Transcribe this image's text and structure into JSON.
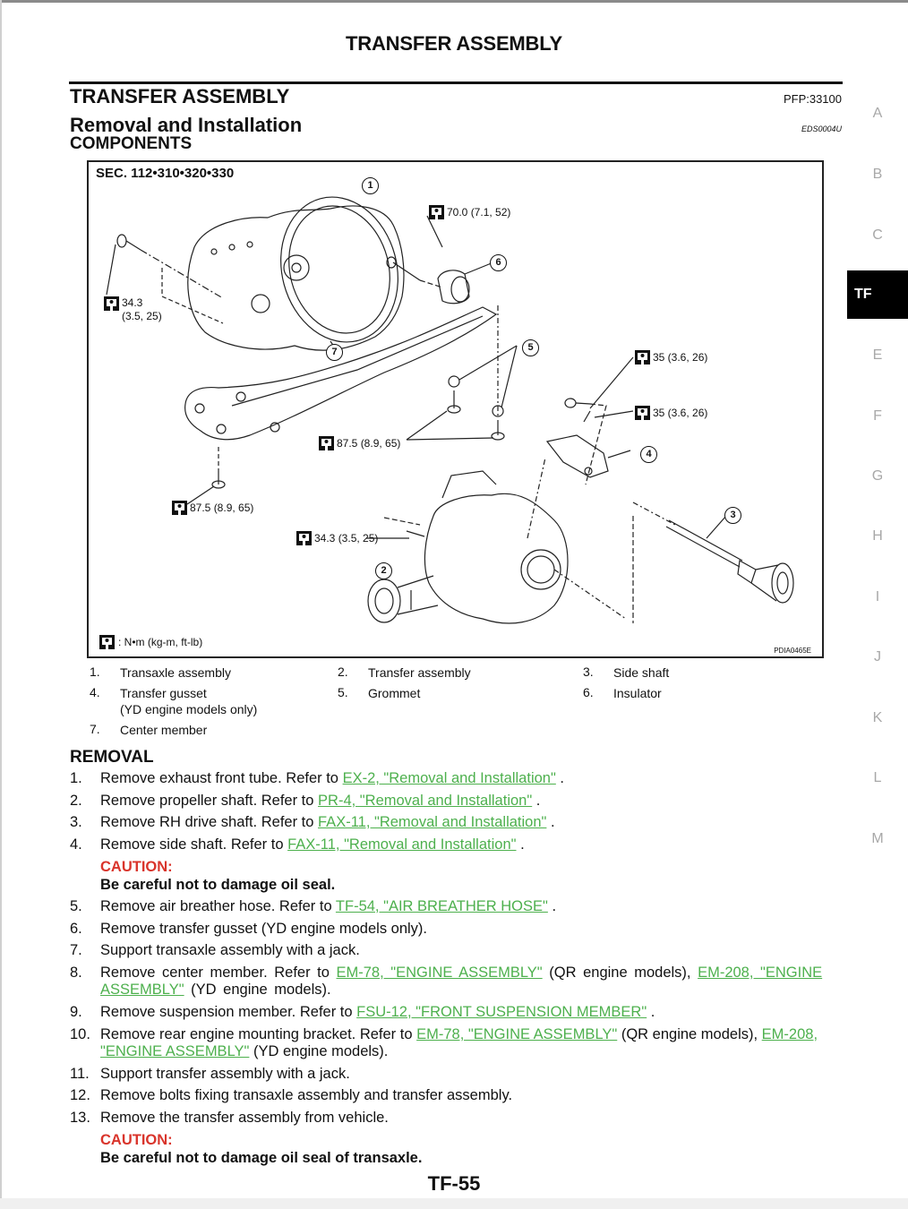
{
  "running_header": "TRANSFER ASSEMBLY",
  "section": {
    "title": "TRANSFER ASSEMBLY",
    "pfp": "PFP:33100",
    "subtitle": "Removal and Installation",
    "eds_code": "EDS0004U",
    "components_title": "COMPONENTS"
  },
  "side_tabs": [
    {
      "label": "A",
      "active": false
    },
    {
      "label": "B",
      "active": false
    },
    {
      "label": "C",
      "active": false
    },
    {
      "label": "TF",
      "active": true
    },
    {
      "label": "E",
      "active": false
    },
    {
      "label": "F",
      "active": false
    },
    {
      "label": "G",
      "active": false
    },
    {
      "label": "H",
      "active": false
    },
    {
      "label": "I",
      "active": false
    },
    {
      "label": "J",
      "active": false
    },
    {
      "label": "K",
      "active": false
    },
    {
      "label": "L",
      "active": false
    },
    {
      "label": "M",
      "active": false
    }
  ],
  "figure": {
    "sec_label": "SEC. 112•310•320•330",
    "figure_code": "PDIA0465E",
    "torque_legend": ": N•m (kg-m, ft-lb)",
    "torque_icon": "torque-wrench-icon",
    "callouts": [
      "1",
      "2",
      "3",
      "4",
      "5",
      "6",
      "7"
    ],
    "torques": {
      "t_transaxle_bolt_line1": "34.3",
      "t_transaxle_bolt_line2": "(3.5, 25)",
      "t_insulator_bolt": "70.0 (7.1, 52)",
      "t_gusset_bolt_a": "35 (3.6, 26)",
      "t_gusset_bolt_b": "35 (3.6, 26)",
      "t_member_bolts": "87.5 (8.9, 65)",
      "t_member_front_bolt": "87.5 (8.9, 65)",
      "t_transfer_bolt": "34.3 (3.5, 25)"
    }
  },
  "parts_list": [
    {
      "num": "1.",
      "name": "Transaxle assembly"
    },
    {
      "num": "2.",
      "name": "Transfer assembly"
    },
    {
      "num": "3.",
      "name": "Side shaft"
    },
    {
      "num": "4.",
      "name": "Transfer gusset",
      "note": "(YD engine models only)"
    },
    {
      "num": "5.",
      "name": "Grommet"
    },
    {
      "num": "6.",
      "name": "Insulator"
    },
    {
      "num": "7.",
      "name": "Center member"
    }
  ],
  "removal": {
    "title": "REMOVAL",
    "steps": [
      {
        "num": "1.",
        "pre": "Remove exhaust front tube. Refer to ",
        "link": "EX-2, \"Removal and Installation\"",
        "post": " ."
      },
      {
        "num": "2.",
        "pre": "Remove propeller shaft. Refer to ",
        "link": "PR-4, \"Removal and Installation\"",
        "post": " ."
      },
      {
        "num": "3.",
        "pre": "Remove RH drive shaft. Refer to ",
        "link": "FAX-11, \"Removal and Installation\"",
        "post": " ."
      },
      {
        "num": "4.",
        "pre": "Remove side shaft. Refer to ",
        "link": "FAX-11, \"Removal and Installation\"",
        "post": " ."
      },
      {
        "num": "5.",
        "pre": "Remove air breather hose. Refer to ",
        "link": "TF-54, \"AIR BREATHER HOSE\"",
        "post": " ."
      },
      {
        "num": "6.",
        "pre": "Remove transfer gusset (YD engine models only)."
      },
      {
        "num": "7.",
        "pre": "Support transaxle assembly with a jack."
      },
      {
        "num": "8.",
        "pre": "Remove center member. Refer to ",
        "link": "EM-78, \"ENGINE ASSEMBLY\"",
        "mid": "  (QR engine models), ",
        "link2": "EM-208, \"ENGINE ASSEMBLY\"",
        "post": "  (YD engine models)."
      },
      {
        "num": "9.",
        "pre": "Remove suspension member. Refer to ",
        "link": "FSU-12, \"FRONT SUSPENSION MEMBER\"",
        "post": " ."
      },
      {
        "num": "10.",
        "pre": "Remove rear engine mounting bracket. Refer to ",
        "link": "EM-78, \"ENGINE ASSEMBLY\"",
        "mid": "  (QR engine models), ",
        "link2": "EM-208, \"ENGINE ASSEMBLY\"",
        "post": "  (YD engine models)."
      },
      {
        "num": "11.",
        "pre": "Support transfer assembly with a jack."
      },
      {
        "num": "12.",
        "pre": "Remove bolts fixing transaxle assembly and transfer assembly."
      },
      {
        "num": "13.",
        "pre": "Remove the transfer assembly from vehicle."
      }
    ],
    "caution_label": "CAUTION:",
    "caution_1": "Be careful not to damage oil seal.",
    "caution_2": "Be careful not to damage oil seal of transaxle."
  },
  "page_number": "TF-55",
  "colors": {
    "link": "#4db04d",
    "caution": "#d9342b",
    "active_tab_bg": "#000000",
    "inactive_tab_text": "#a8a8a8"
  }
}
